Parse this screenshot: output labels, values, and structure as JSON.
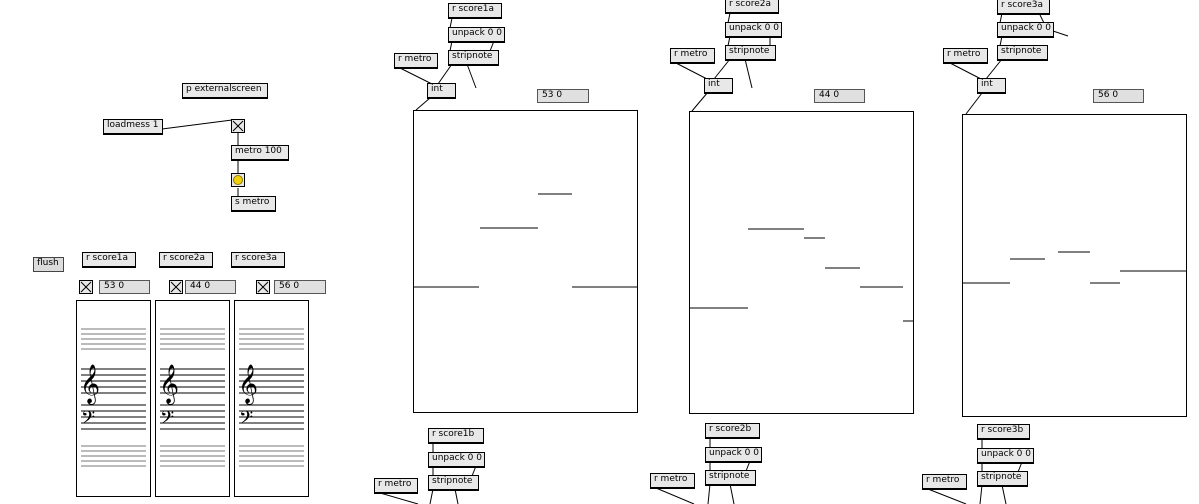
{
  "colors": {
    "bang_fill": "#f3d10a",
    "object_bg": "#e8e8e8",
    "line": "#000000"
  },
  "main": {
    "external_screen": "p externalscreen",
    "loadmess": "loadmess 1",
    "metro": "metro 100",
    "send_metro": "s metro",
    "flush": "flush"
  },
  "score_receives": {
    "r1": "r score1a",
    "r2": "r score2a",
    "r3": "r score3a"
  },
  "score_nums": {
    "n1": "53 0",
    "n2": "44 0",
    "n3": "56 0"
  },
  "col1": {
    "top_receive": "r score1a",
    "top_unpack": "unpack 0 0",
    "top_stripnote": "stripnote",
    "metro_receive": "r metro",
    "int": "int",
    "number": "53 0",
    "bottom_receive": "r score1b",
    "bottom_unpack": "unpack 0 0",
    "bottom_stripnote": "stripnote",
    "bottom_metro": "r metro"
  },
  "col2": {
    "top_receive": "r score2a",
    "top_unpack": "unpack 0 0",
    "top_stripnote": "stripnote",
    "metro_receive": "r metro",
    "int": "int",
    "number": "44 0",
    "bottom_receive": "r score2b",
    "bottom_unpack": "unpack 0 0",
    "bottom_stripnote": "stripnote",
    "bottom_metro": "r metro"
  },
  "col3": {
    "top_receive": "r score3a",
    "top_unpack": "unpack 0 0",
    "top_stripnote": "stripnote",
    "metro_receive": "r metro",
    "int": "int",
    "number": "56 0",
    "bottom_receive": "r score3b",
    "bottom_unpack": "unpack 0 0",
    "bottom_stripnote": "stripnote",
    "bottom_metro": "r metro"
  },
  "icons": {
    "toggle": "x-toggle-icon",
    "bang": "bang-circle-icon",
    "treble": "treble-clef-icon",
    "bass": "bass-clef-icon"
  }
}
